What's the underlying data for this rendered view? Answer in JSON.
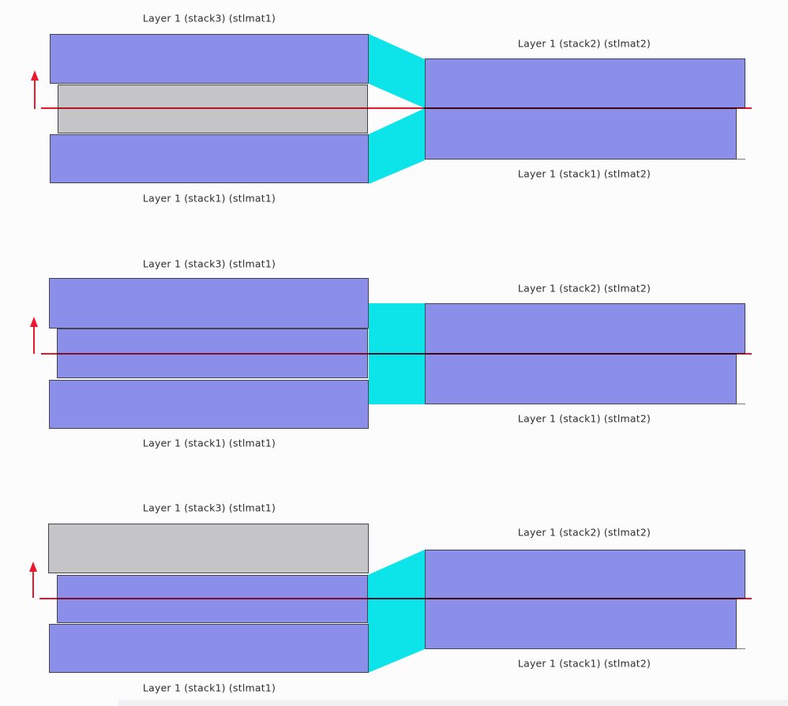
{
  "colors": {
    "background": "#fcfcfd",
    "purple_layer": "#8b8fe9",
    "gray_layer": "#c5c4c7",
    "transition": "#0ce4ea",
    "reference_line": "#e8192e",
    "arrow": "#ea1a2e",
    "rect_border": "#44444e",
    "label_text": "#2e2e2e"
  },
  "panels": [
    {
      "labels": {
        "left_top": "Layer 1 (stack3) (stlmat1)",
        "left_bottom": "Layer 1 (stack1) (stlmat1)",
        "right_top": "Layer 1 (stack2) (stlmat2)",
        "right_bottom": "Layer 1 (stack1) (stlmat2)"
      }
    },
    {
      "labels": {
        "left_top": "Layer 1 (stack3) (stlmat1)",
        "left_bottom": "Layer 1 (stack1) (stlmat1)",
        "right_top": "Layer 1 (stack2) (stlmat2)",
        "right_bottom": "Layer 1 (stack1) (stlmat2)"
      }
    },
    {
      "labels": {
        "left_top": "Layer 1 (stack3) (stlmat1)",
        "left_bottom": "Layer 1 (stack1) (stlmat1)",
        "right_top": "Layer 1 (stack2) (stlmat2)",
        "right_bottom": "Layer 1 (stack1) (stlmat2)"
      }
    }
  ]
}
